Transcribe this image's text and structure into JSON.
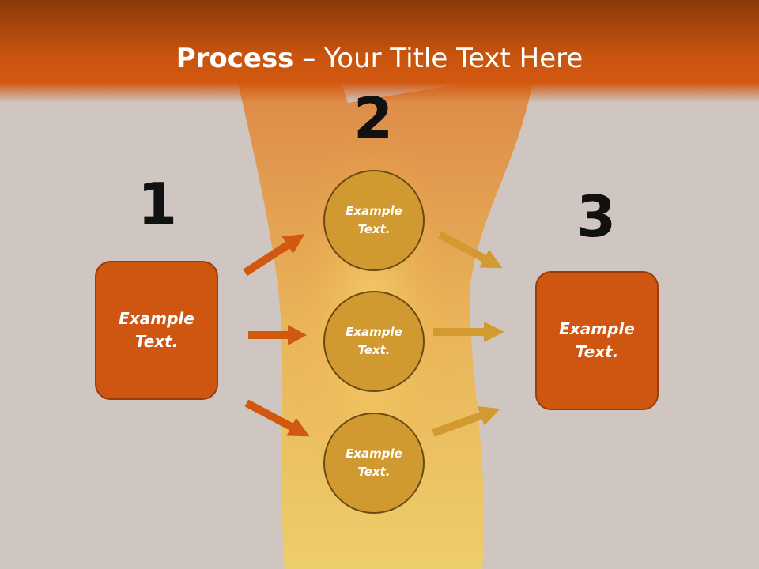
{
  "slide": {
    "title_bold": "Process",
    "title_rest": " – Your Title Text Here",
    "steps": [
      {
        "number": "1",
        "box_text_1": "Example",
        "box_text_2": "Text."
      },
      {
        "number": "2"
      },
      {
        "number": "3",
        "box_text_1": "Example",
        "box_text_2": "Text."
      }
    ],
    "circles": [
      {
        "text_1": "Example",
        "text_2": "Text."
      },
      {
        "text_1": "Example",
        "text_2": "Text."
      },
      {
        "text_1": "Example",
        "text_2": "Text."
      }
    ]
  },
  "colors": {
    "header": "#c9540e",
    "box_fill": "#cf5610",
    "circle_fill": "#d09a30",
    "left_arrows": "#d0580f",
    "right_arrows": "#d49a32"
  }
}
